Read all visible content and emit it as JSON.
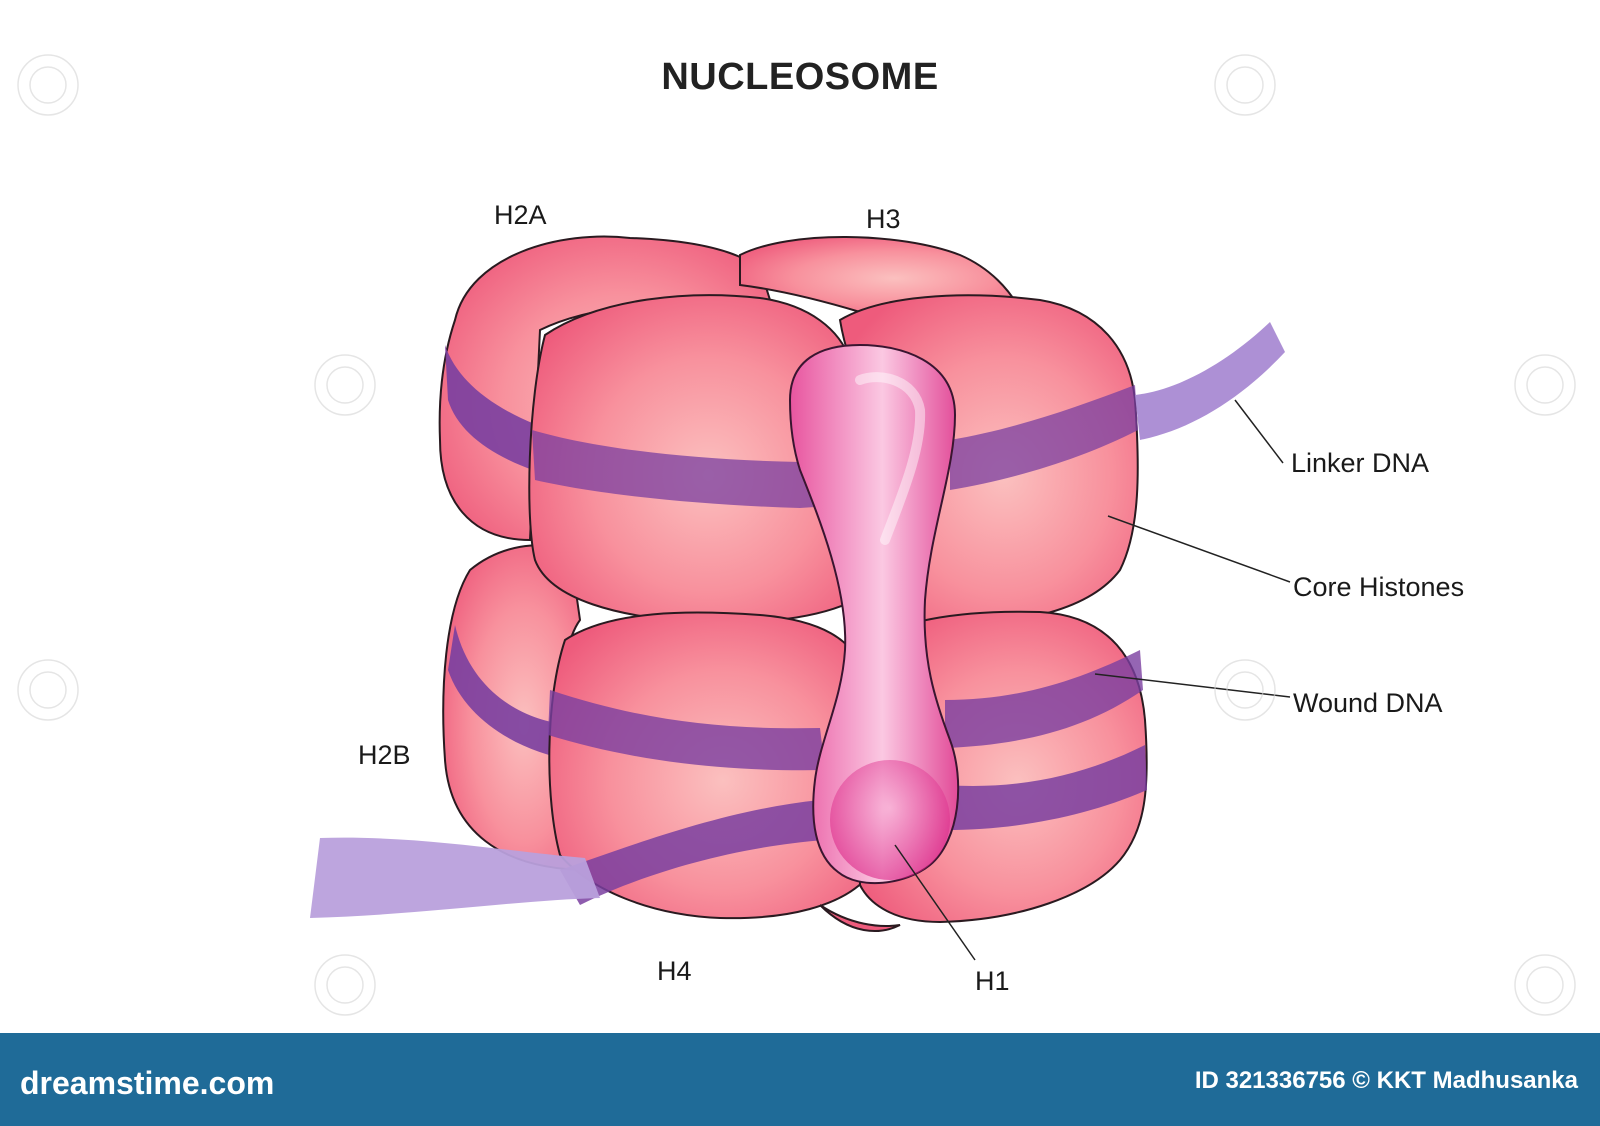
{
  "title": "NUCLEOSOME",
  "labels": {
    "h2a": "H2A",
    "h3": "H3",
    "h2b": "H2B",
    "h4": "H4",
    "h1": "H1",
    "linker_dna": "Linker DNA",
    "core_histones": "Core Histones",
    "wound_dna": "Wound DNA"
  },
  "footer": {
    "logo": "dreamstime.com",
    "credit": "ID 321336756 © KKT Madhusanka"
  },
  "colors": {
    "histone": "#f06a86",
    "histone_light": "#fbc0bf",
    "dna": "#7a3fa0",
    "linker": "#a98ad3",
    "h1": "#e83f9a",
    "footer_bg": "#1f6b98"
  }
}
